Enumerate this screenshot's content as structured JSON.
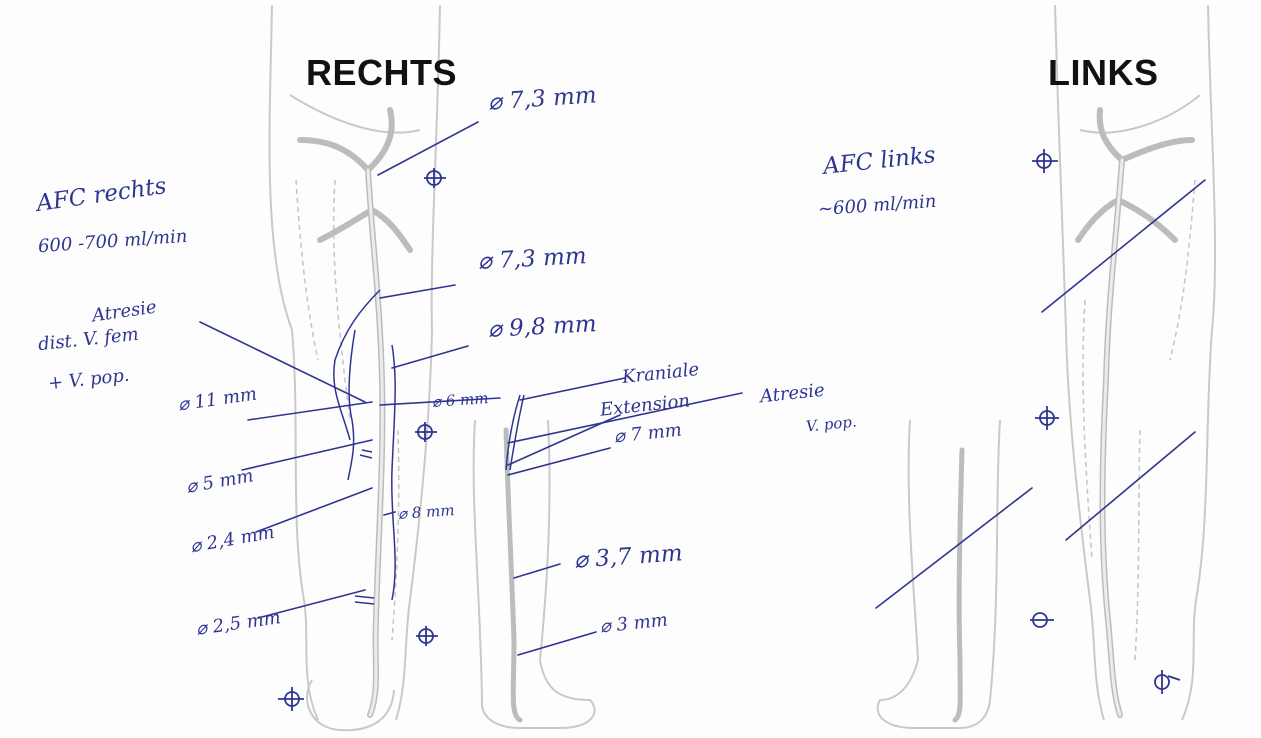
{
  "colors": {
    "ink": "#2e3590",
    "outline": "#c9c9c9",
    "vessel": "#bcbcbc",
    "vessel_fill": "#ececec",
    "title": "#111111"
  },
  "titles": {
    "right": "RECHTS",
    "left": "LINKS"
  },
  "notes": {
    "afc_right": "AFC rechts",
    "afc_right_flow": "600 -700 ml/min",
    "atresia_dist_1": "Atresie",
    "atresia_dist_2": "dist. V. fem",
    "atresia_dist_3": "+ V. pop.",
    "afc_left": "AFC links",
    "afc_left_flow": "~600 ml/min",
    "cranial_1": "Kraniale",
    "cranial_2": "Extension",
    "atresia_pop_1": "Atresie",
    "atresia_pop_2": "V. pop."
  },
  "measurements": {
    "m1": "⌀ 7,3 mm",
    "m2": "⌀ 7,3 mm",
    "m3": "⌀ 9,8 mm",
    "m4": "⌀ 11 mm",
    "m5": "⌀ 6 mm",
    "m6": "⌀ 5 mm",
    "m7": "⌀ 8 mm",
    "m8": "⌀ 2,4 mm",
    "m9": "⌀ 2,5 mm",
    "m10": "⌀ 7 mm",
    "m11": "⌀ 3,7 mm",
    "m12": "⌀ 3 mm"
  }
}
